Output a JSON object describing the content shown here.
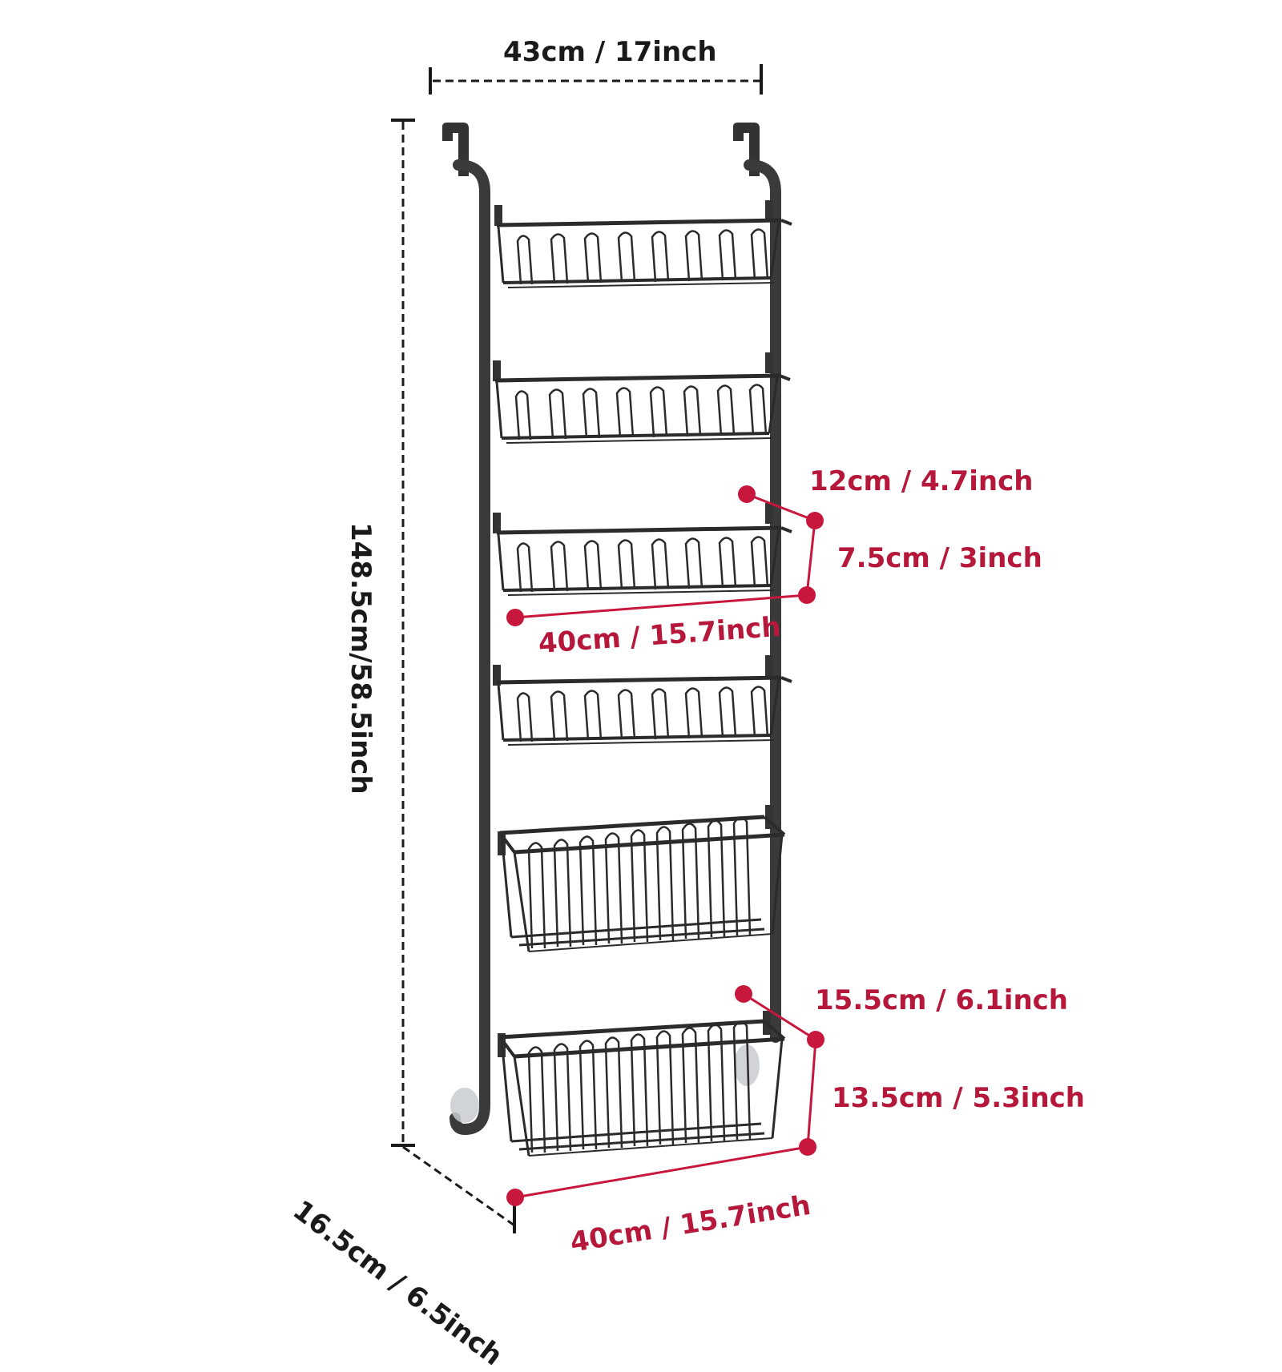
{
  "product": {
    "description": "Over-the-door 6-tier wire basket rack",
    "tiers": 6,
    "shallow_baskets": 4,
    "deep_baskets": 2
  },
  "colors": {
    "frame": "#2b2b2b",
    "dimension_black": "#1a1a1a",
    "dimension_red": "#c8173d",
    "background": "#ffffff",
    "bumper": "#c9ccd0"
  },
  "dimensions": {
    "overall_width": "43cm / 17inch",
    "overall_height": "148.5cm/58.5inch",
    "overall_depth": "16.5cm / 6.5inch",
    "small_basket_depth": "12cm / 4.7inch",
    "small_basket_height": "7.5cm / 3inch",
    "small_basket_width": "40cm / 15.7inch",
    "large_basket_depth": "15.5cm / 6.1inch",
    "large_basket_height": "13.5cm / 5.3inch",
    "large_basket_width": "40cm / 15.7inch"
  }
}
